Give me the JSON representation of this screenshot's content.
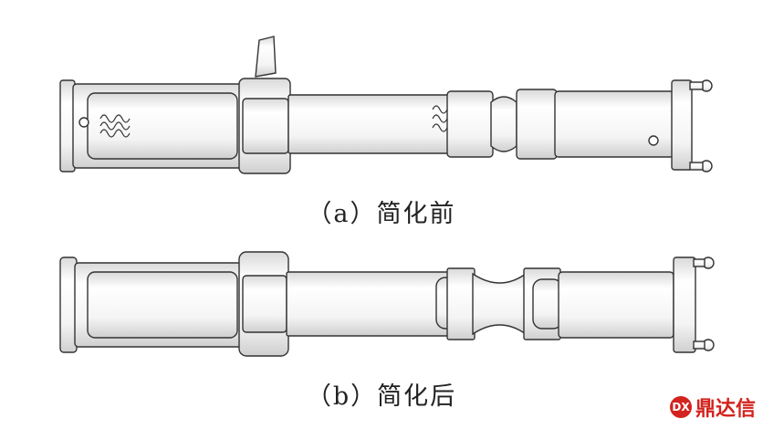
{
  "figure": {
    "panel_a": {
      "caption": "（a）简化前"
    },
    "panel_b": {
      "caption": "（b）简化后"
    }
  },
  "watermark": {
    "text": "鼎达信",
    "color": "#d2231e"
  },
  "colors": {
    "stroke": "#333333",
    "fill": "#ffffff",
    "shade": "#e6e6e6"
  }
}
